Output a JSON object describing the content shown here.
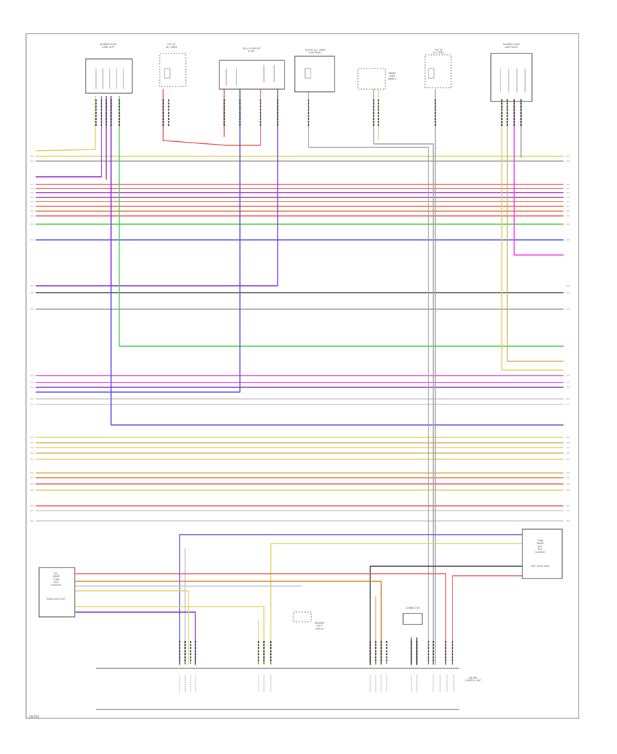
{
  "diagram": {
    "code": "180746",
    "colors": {
      "gray": "#9e9e9e",
      "yellow": "#e0d35c",
      "red": "#ee5a5a",
      "violet": "#8e2ad6",
      "blue": "#5252e8",
      "green": "#46d046",
      "pink": "#ee3aee",
      "dark": "#444444",
      "tan": "#d8b060",
      "orange": "#d9812e",
      "light": "#c9c9c9"
    },
    "components": [
      {
        "id": "number-plate-lamp-l",
        "lines": [
          "NUMBER PLATE",
          "LAMP LEFT"
        ]
      },
      {
        "id": "relay-fuse-1",
        "lines": [
          "HOT AT",
          "ALL TIMES"
        ]
      },
      {
        "id": "relay-plate",
        "lines": [
          "RELAY SUPPORT",
          "PLATE"
        ]
      },
      {
        "id": "relay-fuse-2",
        "lines": [
          "HOT AT ALL TIMES",
          "FUSE PANEL"
        ]
      },
      {
        "id": "sensor-box",
        "lines": [
          "BRAKE",
          "LIGHT",
          "SWITCH"
        ]
      },
      {
        "id": "relay-fuse-3",
        "lines": [
          "HOT AT",
          "ALL TIMES"
        ]
      },
      {
        "id": "number-plate-lamp-r",
        "lines": [
          "NUMBER PLATE",
          "LAMP RIGHT"
        ]
      },
      {
        "id": "reversing-switch",
        "lines": [
          "REVERSE",
          "LIGHT",
          "SWITCH"
        ]
      },
      {
        "id": "rear-light-left",
        "lines": [
          "TAIL",
          "BRAKE",
          "TURN",
          "FOG",
          "REVERSE"
        ],
        "title": "REAR LIGHT LEFT"
      },
      {
        "id": "rear-light-right",
        "lines": [
          "TURN",
          "BRAKE",
          "FOG",
          "TAIL",
          "REVERSE"
        ],
        "title": "LEFT RIGHT UNIT"
      },
      {
        "id": "bus-connector",
        "lines": [
          "CONNECTOR"
        ]
      },
      {
        "id": "control-module",
        "lines": [
          "ENGINE",
          "CONTROL UNIT"
        ]
      }
    ]
  }
}
